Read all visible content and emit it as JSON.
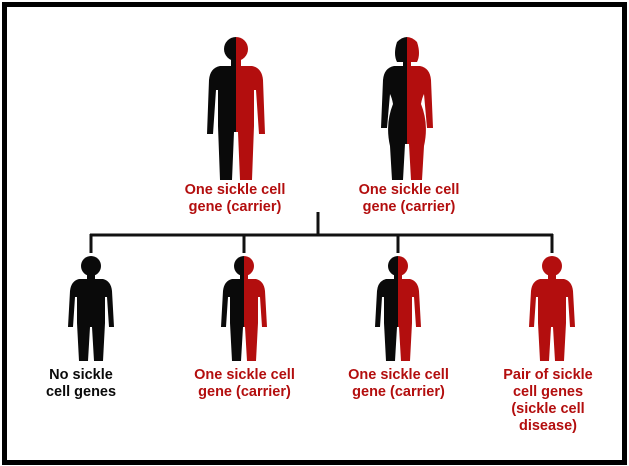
{
  "colors": {
    "red": "#b30e0e",
    "black": "#0a0a0a",
    "line": "#111111",
    "border": "#000000",
    "background": "#ffffff"
  },
  "parents": [
    {
      "id": "father",
      "figure": "male-split-red-black-figure",
      "label": "One sickle cell\ngene (carrier)",
      "label_color": "red"
    },
    {
      "id": "mother",
      "figure": "female-split-black-red-figure",
      "label": "One sickle cell\ngene (carrier)",
      "label_color": "red"
    }
  ],
  "children": [
    {
      "id": "child-1",
      "figure": "solid-black-child-figure",
      "label": "No sickle\ncell genes",
      "label_color": "black"
    },
    {
      "id": "child-2",
      "figure": "split-black-red-child-figure",
      "label": "One sickle cell\ngene (carrier)",
      "label_color": "red"
    },
    {
      "id": "child-3",
      "figure": "split-black-red-child-figure",
      "label": "One sickle cell\ngene (carrier)",
      "label_color": "red"
    },
    {
      "id": "child-4",
      "figure": "solid-red-child-figure",
      "label": "Pair of sickle\ncell genes\n(sickle cell\ndisease)",
      "label_color": "red"
    }
  ]
}
